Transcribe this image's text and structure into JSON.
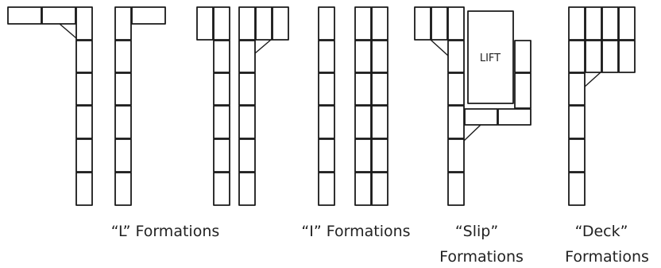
{
  "formations": [
    {
      "id": "l",
      "caption_lines": [
        "“L” Formations"
      ]
    },
    {
      "id": "i",
      "caption_lines": [
        "“I” Formations"
      ]
    },
    {
      "id": "slip",
      "caption_lines": [
        "“Slip”",
        "Formations"
      ]
    },
    {
      "id": "deck",
      "caption_lines": [
        "“Deck”",
        "Formations"
      ]
    }
  ],
  "lift_label": "LIFT",
  "colors": {
    "stroke": "#1a1a1a",
    "background": "#ffffff",
    "text": "#222222"
  }
}
